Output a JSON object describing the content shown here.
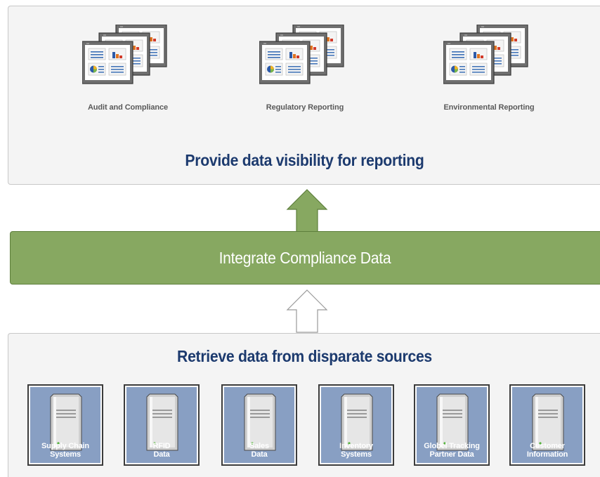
{
  "reports": [
    {
      "label": "Audit and Compliance",
      "icon": "report-stack-icon"
    },
    {
      "label": "Regulatory Reporting",
      "icon": "report-stack-icon"
    },
    {
      "label": "Environmental Reporting",
      "icon": "report-stack-icon"
    }
  ],
  "top_heading": "Provide data visibility for reporting",
  "band_label": "Integrate Compliance Data",
  "bottom_heading": "Retrieve data from disparate sources",
  "sources": [
    {
      "line1": "Supply Chain",
      "line2": "Systems",
      "icon": "server-icon"
    },
    {
      "line1": "RFID",
      "line2": "Data",
      "icon": "server-icon"
    },
    {
      "line1": "Sales",
      "line2": "Data",
      "icon": "server-icon"
    },
    {
      "line1": "Inventory",
      "line2": "Systems",
      "icon": "server-icon"
    },
    {
      "line1": "Globel Tracking",
      "line2": "Partner Data",
      "icon": "server-icon"
    },
    {
      "line1": "Customer",
      "line2": "Information",
      "icon": "server-icon"
    }
  ],
  "colors": {
    "heading": "#1c3a6e",
    "band": "#87a861",
    "source_box": "#889fc3",
    "panel": "#f4f4f4"
  }
}
